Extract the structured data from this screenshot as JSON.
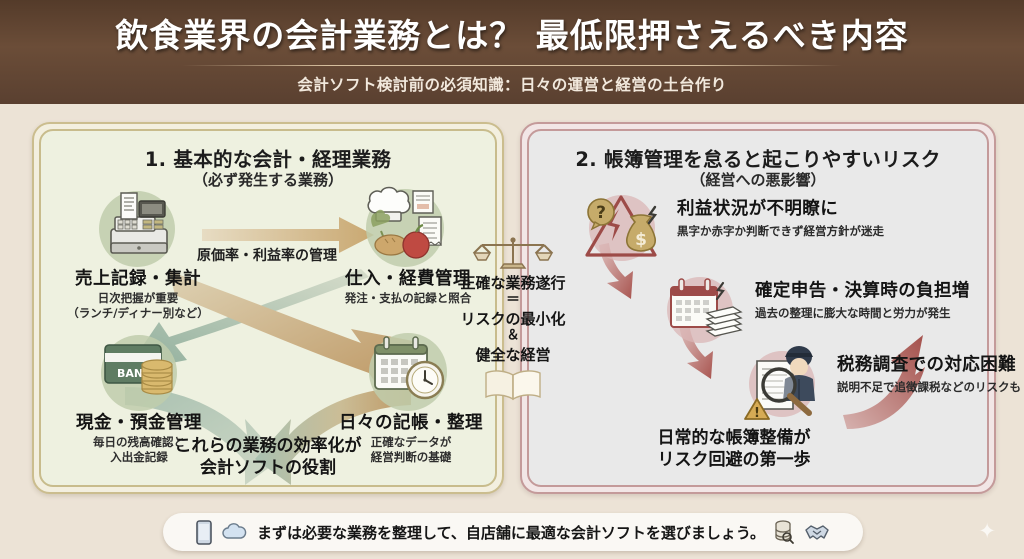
{
  "header": {
    "title": "飲食業界の会計業務とは？ 最低限押さえるべき内容",
    "subtitle": "会計ソフト検討前の必須知識：日々の運営と経営の土台作り",
    "bg_color": "#5a4030",
    "title_color": "#ffffff"
  },
  "left_panel": {
    "title": "1. 基本的な会計・経理業務",
    "subtitle": "（必ず発生する業務）",
    "accent_color": "#c8bc8c",
    "fill_color": "#eef1e0",
    "nodes": [
      {
        "id": "sales-record",
        "icon": "cash-register-icon",
        "title": "売上記録・集計",
        "desc_line1": "日次把握が重要",
        "desc_line2": "（ランチ/ディナー別など）"
      },
      {
        "id": "purchase-expense",
        "icon": "chef-food-invoice-icon",
        "title": "仕入・経費管理",
        "desc_line1": "発注・支払の記録と照合",
        "desc_line2": ""
      },
      {
        "id": "cash-deposit",
        "icon": "bank-card-coins-icon",
        "title": "現金・預金管理",
        "desc_line1": "毎日の残高確認と",
        "desc_line2": "入出金記録"
      },
      {
        "id": "daily-bookkeeping",
        "icon": "calendar-clock-icon",
        "title": "日々の記帳・整理",
        "desc_line1": "正確なデータが",
        "desc_line2": "経営判断の基礎"
      }
    ],
    "edge_label": "原価率・利益率の管理",
    "footnote_line1": "これらの業務の効率化が",
    "footnote_line2": "会計ソフトの役割"
  },
  "center": {
    "icon_top": "balance-scale-icon",
    "icon_bottom": "open-book-icon",
    "line1": "正確な業務遂行",
    "equals": "＝",
    "line2": "リスクの最小化",
    "ampersand": "＆",
    "line3": "健全な経営"
  },
  "right_panel": {
    "title": "2. 帳簿管理を怠ると起こりやすいリスク",
    "subtitle": "（経営への悪影響）",
    "accent_color": "#c49a9a",
    "fill_color": "#e9e9e9",
    "risks": [
      {
        "id": "unclear-profit",
        "icon": "warning-moneybag-question-icon",
        "title": "利益状況が不明瞭に",
        "desc": "黒字か赤字か判断できず経営方針が迷走"
      },
      {
        "id": "tax-filing-burden",
        "icon": "calendar-paperstack-icon",
        "title": "確定申告・決算時の負担増",
        "desc": "過去の整理に膨大な時間と労力が発生"
      },
      {
        "id": "tax-audit-difficulty",
        "icon": "inspector-magnifier-icon",
        "title": "税務調査での対応困難",
        "desc": "説明不足で追徴課税などのリスクも"
      }
    ],
    "footnote_line1": "日常的な帳簿整備が",
    "footnote_line2": "リスク回避の第一歩"
  },
  "footer": {
    "icon_left_1": "smartphone-icon",
    "icon_left_2": "cloud-icon",
    "text": "まずは必要な業務を整理して、自店舗に最適な会計ソフトを選びましょう。",
    "icon_right_1": "database-search-icon",
    "icon_right_2": "handshake-icon",
    "sparkle": "✦"
  }
}
